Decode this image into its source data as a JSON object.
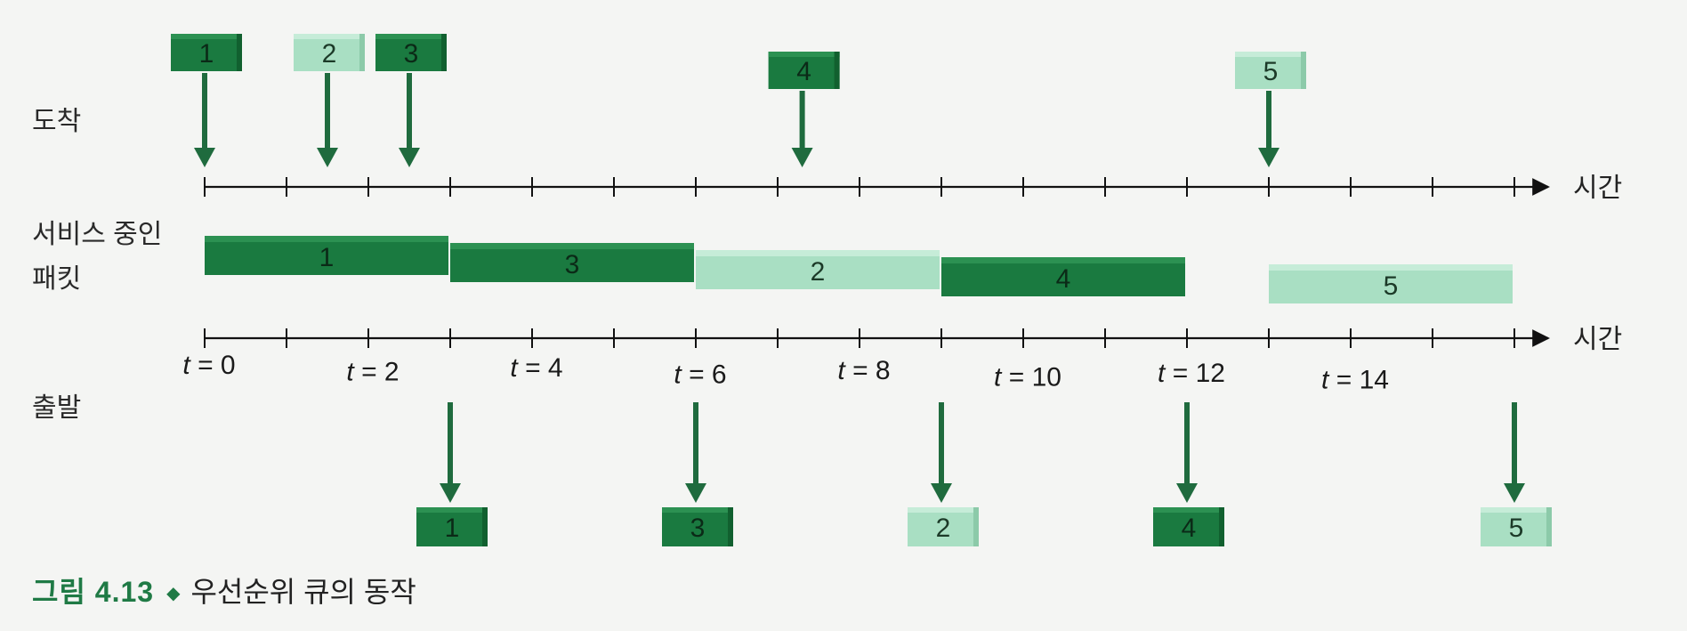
{
  "labels": {
    "arrival": "도착",
    "in_service_line1": "서비스 중인",
    "in_service_line2": "패킷",
    "departure": "출발",
    "time_axis": "시간"
  },
  "colors": {
    "dark_green": "#1a7a40",
    "light_green": "#a9dfc3",
    "arrow_green": "#1f6b3e"
  },
  "arrivals": [
    {
      "packet": "1",
      "time": 0,
      "shade": "dark"
    },
    {
      "packet": "2",
      "time": 1.5,
      "shade": "light"
    },
    {
      "packet": "3",
      "time": 2.5,
      "shade": "dark"
    },
    {
      "packet": "4",
      "time": 7.3,
      "shade": "dark"
    },
    {
      "packet": "5",
      "time": 13,
      "shade": "light"
    }
  ],
  "service": [
    {
      "packet": "1",
      "start": 0,
      "end": 3,
      "shade": "dark"
    },
    {
      "packet": "3",
      "start": 3,
      "end": 6,
      "shade": "dark"
    },
    {
      "packet": "2",
      "start": 6,
      "end": 9,
      "shade": "light"
    },
    {
      "packet": "4",
      "start": 9,
      "end": 12,
      "shade": "dark"
    },
    {
      "packet": "5",
      "start": 13,
      "end": 16,
      "shade": "light"
    }
  ],
  "departures": [
    {
      "packet": "1",
      "time": 3,
      "shade": "dark"
    },
    {
      "packet": "3",
      "time": 6,
      "shade": "dark"
    },
    {
      "packet": "2",
      "time": 9,
      "shade": "light"
    },
    {
      "packet": "4",
      "time": 12,
      "shade": "dark"
    },
    {
      "packet": "5",
      "time": 16,
      "shade": "light"
    }
  ],
  "time_ticks": [
    "t = 0",
    "t = 2",
    "t = 4",
    "t = 6",
    "t = 8",
    "t = 10",
    "t = 12",
    "t = 14"
  ],
  "caption": {
    "number": "그림 4.13",
    "bullet": "◆",
    "title": "우선순위 큐의 동작"
  }
}
